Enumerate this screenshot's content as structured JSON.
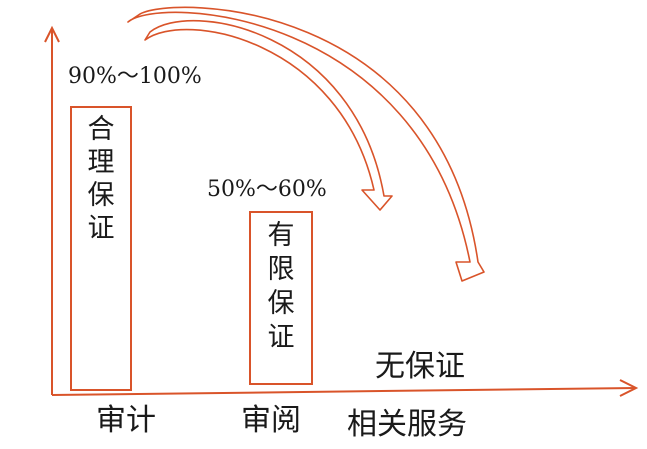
{
  "colors": {
    "accent": "#d9542a",
    "text": "#1a1a1a"
  },
  "audit": {
    "range": "90%～100%",
    "assurance_chars": [
      "合",
      "理",
      "保",
      "证"
    ],
    "category": "审计"
  },
  "review": {
    "range": "50%～60%",
    "assurance_chars": [
      "有",
      "限",
      "保",
      "证"
    ],
    "category": "审阅"
  },
  "related_services": {
    "assurance": "无保证",
    "category": "相关服务"
  }
}
